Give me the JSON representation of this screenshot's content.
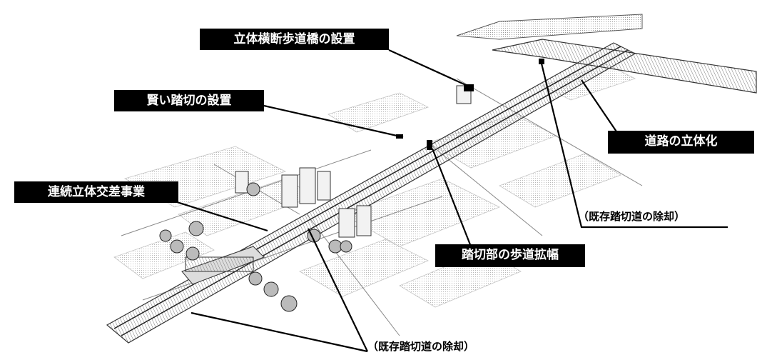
{
  "labels": {
    "pedestrian_bridge": "立体横断歩道橋の設置",
    "smart_crossing": "賢い踏切の設置",
    "continuous_grade_separation": "連続立体交差事業",
    "road_grade_separation": "道路の立体化",
    "crossing_sidewalk_widening": "踏切部の歩道拡幅",
    "crossing_removal_right": "（既存踏切道の除却）",
    "crossing_removal_bottom": "（既存踏切道の除却）"
  },
  "colors": {
    "callout_background": "#000000",
    "callout_text": "#ffffff",
    "line": "#000000"
  }
}
